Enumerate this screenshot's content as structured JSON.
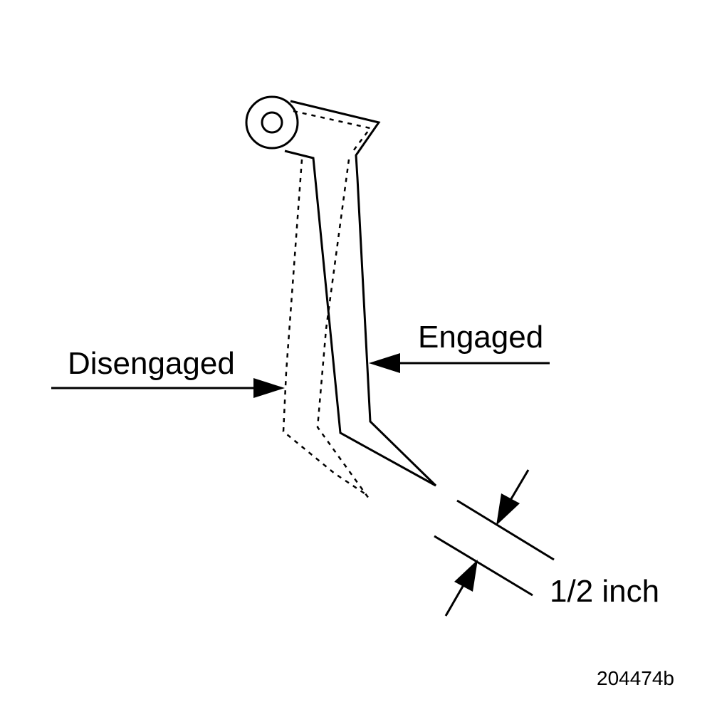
{
  "labels": {
    "engaged": "Engaged",
    "disengaged": "Disengaged",
    "clearance": "1/2 inch"
  },
  "reference_code": "204474b",
  "colors": {
    "ink": "#000000",
    "background": "#ffffff"
  }
}
